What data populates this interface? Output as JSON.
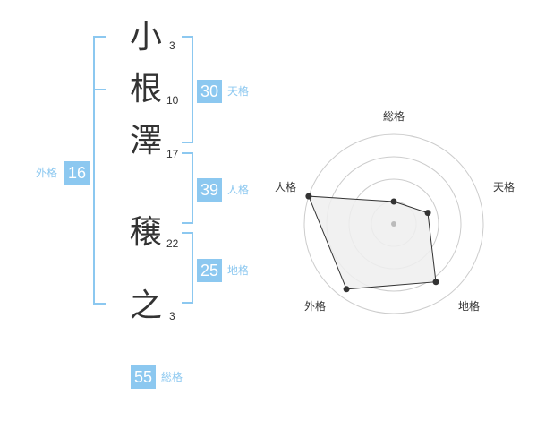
{
  "name": {
    "characters": [
      {
        "char": "小",
        "strokes": "3"
      },
      {
        "char": "根",
        "strokes": "10"
      },
      {
        "char": "澤",
        "strokes": "17"
      },
      {
        "char": "穣",
        "strokes": "22"
      },
      {
        "char": "之",
        "strokes": "3"
      }
    ]
  },
  "fortunes": {
    "tenkaku": {
      "label": "天格",
      "value": "30"
    },
    "jinkaku": {
      "label": "人格",
      "value": "39"
    },
    "chikaku": {
      "label": "地格",
      "value": "25"
    },
    "gaikaku": {
      "label": "外格",
      "value": "16"
    },
    "soukaku": {
      "label": "総格",
      "value": "55"
    }
  },
  "radar": {
    "labels": [
      "総格",
      "天格",
      "地格",
      "外格",
      "人格"
    ],
    "rings": 4,
    "values": [
      0.25,
      0.4,
      0.8,
      0.9,
      1.0
    ],
    "colors": {
      "fill": "#eeeeee",
      "line": "#333333",
      "ring": "#cccccc",
      "point": "#333333",
      "center": "#bbbbbb"
    }
  }
}
